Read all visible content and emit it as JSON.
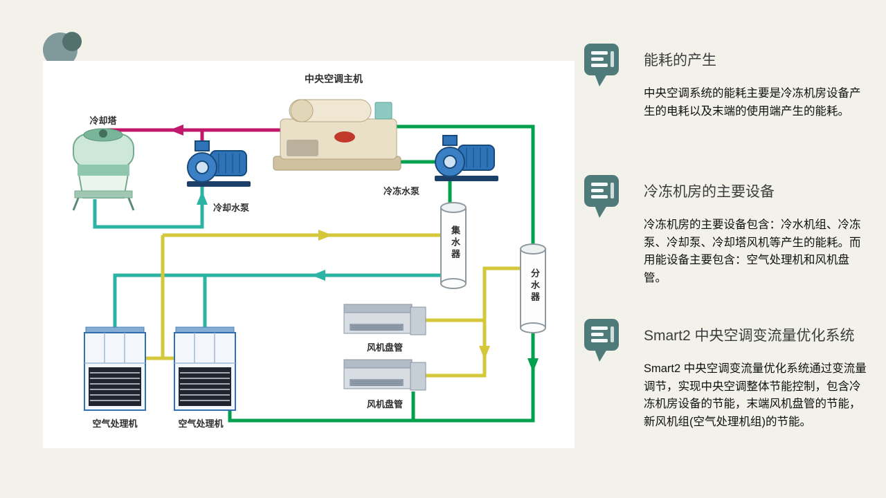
{
  "slide": {
    "background": "#f2f1ea",
    "accent_teal": "#4e7b79"
  },
  "diagram": {
    "labels": {
      "main_unit": "中央空调主机",
      "cooling_tower": "冷却塔",
      "cooling_pump": "冷却水泵",
      "chilled_pump": "冷冻水泵",
      "collector": "集水器",
      "distributor": "分水器",
      "fan_coil_a": "风机盘管",
      "fan_coil_b": "风机盘管",
      "ahu_a": "空气处理机",
      "ahu_b": "空气处理机"
    },
    "pipe_colors": {
      "condenser_supply": "#c2186b",
      "cooling_return": "#2bb3a3",
      "chilled_supply": "#00a14e",
      "chilled_return": "#d4c73a"
    }
  },
  "sections": [
    {
      "title": "能耗的产生",
      "body": "中央空调系统的能耗主要是冷冻机房设备产生的电耗以及末端的使用端产生的能耗。"
    },
    {
      "title": "冷冻机房的主要设备",
      "body": "冷冻机房的主要设备包含：冷水机组、冷冻泵、冷却泵、冷却塔风机等产生的能耗。而用能设备主要包含：空气处理机和风机盘管。"
    },
    {
      "title": "Smart2 中央空调变流量优化系统",
      "body": "Smart2 中央空调变流量优化系统通过变流量调节，实现中央空调整体节能控制，包含冷冻机房设备的节能，末端风机盘管的节能，新风机组(空气处理机组)的节能。"
    }
  ]
}
